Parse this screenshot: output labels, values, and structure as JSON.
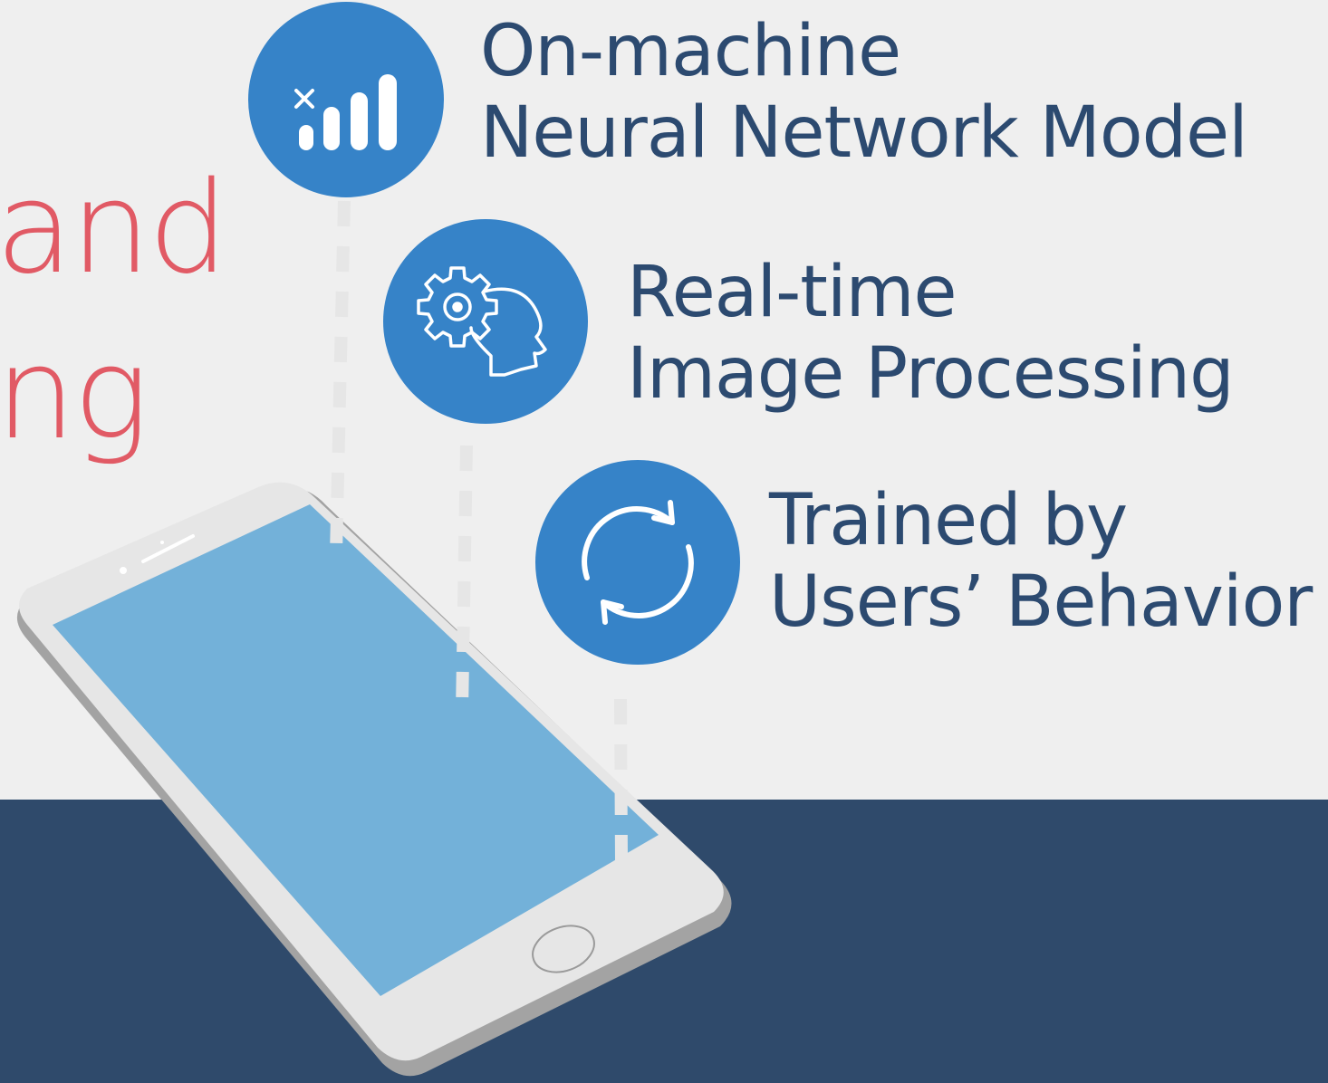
{
  "colors": {
    "background": "#efefef",
    "floor": "#2f4a6b",
    "accent_circle": "#3683c8",
    "headline": "#e15a65",
    "feature_text": "#2c4a70",
    "phone_screen": "#73b1d9",
    "phone_body": "#e6e6e6",
    "phone_shadow": "#a3a3a3"
  },
  "headline": {
    "line1": "and",
    "line2": "ng"
  },
  "features": [
    {
      "icon": "signal-bars-icon",
      "line1": "On-machine",
      "line2": "Neural Network Model"
    },
    {
      "icon": "gear-head-icon",
      "line1": "Real-time",
      "line2": "Image Processing"
    },
    {
      "icon": "refresh-cycle-icon",
      "line1": "Trained by",
      "line2": "Users’ Behavior"
    }
  ]
}
